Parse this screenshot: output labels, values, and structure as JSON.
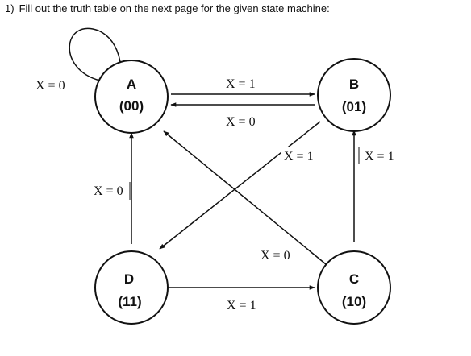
{
  "question": {
    "number": "1)",
    "text": "Fill out the truth table on the next page for the given state machine:"
  },
  "states": {
    "A": {
      "name": "A",
      "code": "(00)"
    },
    "B": {
      "name": "B",
      "code": "(01)"
    },
    "C": {
      "name": "C",
      "code": "(10)"
    },
    "D": {
      "name": "D",
      "code": "(11)"
    }
  },
  "transitions": {
    "a_self": "X = 0",
    "a_to_b": "X = 1",
    "b_to_a": "X = 0",
    "b_to_d": "X = 1",
    "b_to_c": "X = 1",
    "d_to_a": "X = 0",
    "c_to_a": "X = 0",
    "d_to_c": "X = 1"
  },
  "colors": {
    "stroke": "#111111",
    "background": "#ffffff"
  }
}
